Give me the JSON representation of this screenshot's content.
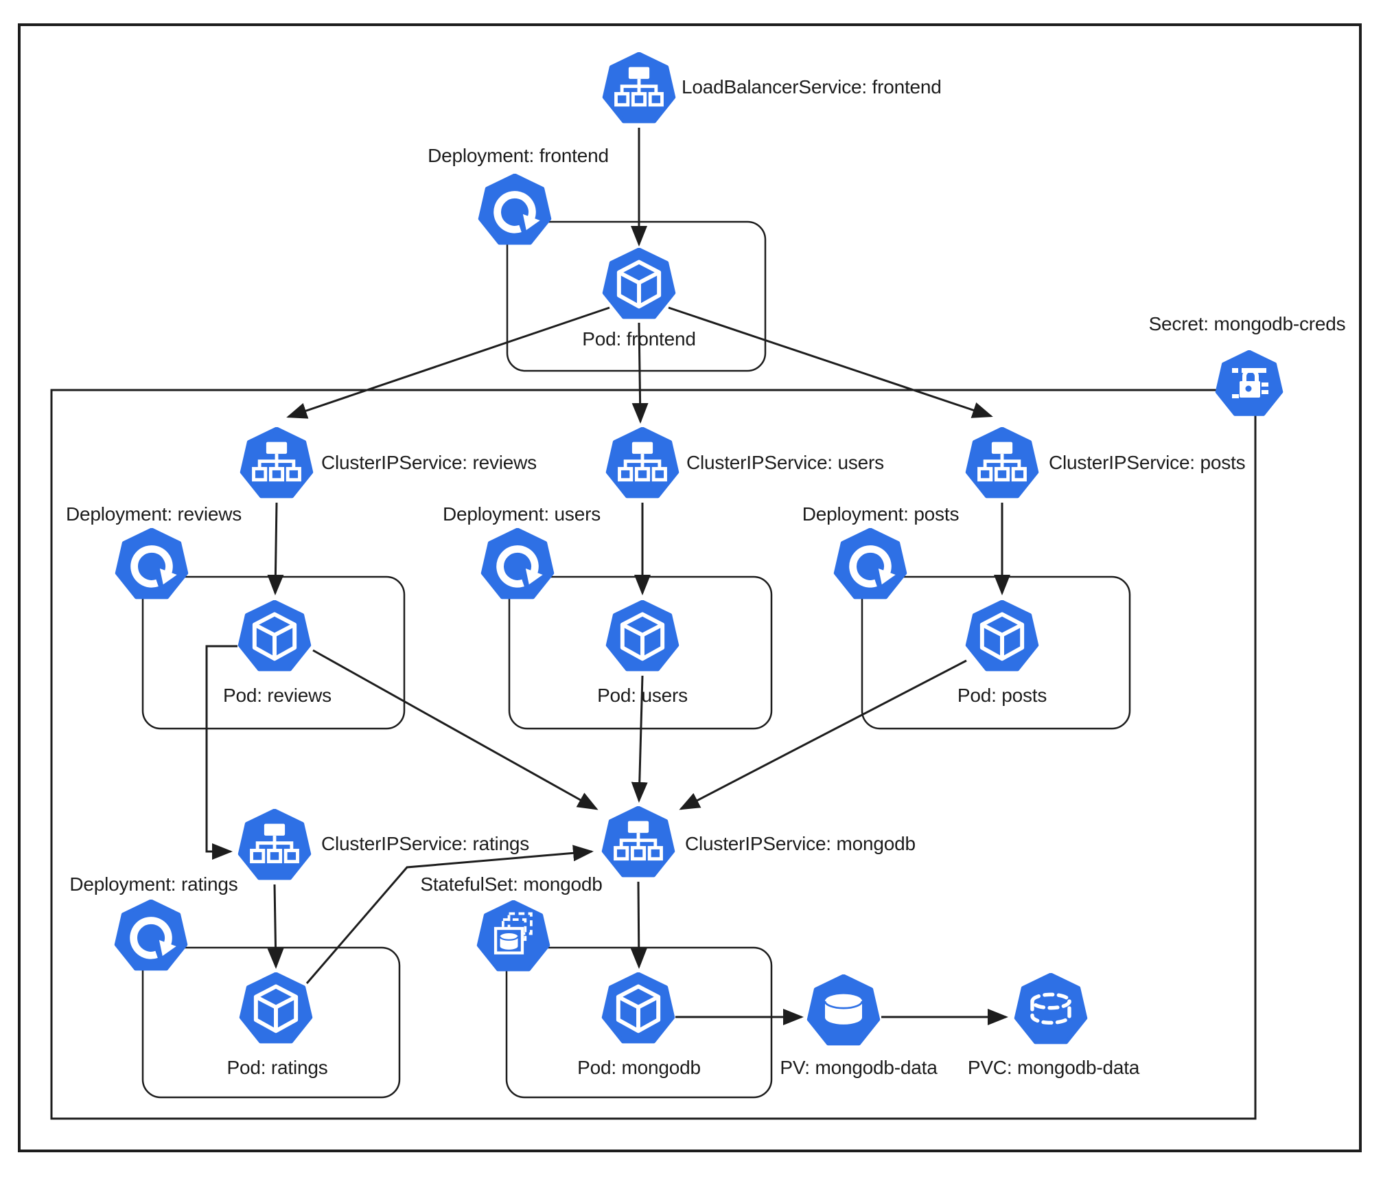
{
  "diagram": {
    "type": "kubernetes-architecture",
    "colors": {
      "icon": "#2e70e5",
      "line": "#1d1d1d",
      "text": "#1c1c1c",
      "background": "#ffffff"
    },
    "nodes": [
      {
        "id": "svc-frontend",
        "kind": "LoadBalancerService",
        "label": "LoadBalancerService: frontend"
      },
      {
        "id": "deploy-frontend",
        "kind": "Deployment",
        "label": "Deployment: frontend"
      },
      {
        "id": "pod-frontend",
        "kind": "Pod",
        "label": "Pod: frontend"
      },
      {
        "id": "secret-mongodb-creds",
        "kind": "Secret",
        "label": "Secret: mongodb-creds"
      },
      {
        "id": "svc-reviews",
        "kind": "ClusterIPService",
        "label": "ClusterIPService: reviews"
      },
      {
        "id": "svc-users",
        "kind": "ClusterIPService",
        "label": "ClusterIPService: users"
      },
      {
        "id": "svc-posts",
        "kind": "ClusterIPService",
        "label": "ClusterIPService: posts"
      },
      {
        "id": "deploy-reviews",
        "kind": "Deployment",
        "label": "Deployment: reviews"
      },
      {
        "id": "deploy-users",
        "kind": "Deployment",
        "label": "Deployment: users"
      },
      {
        "id": "deploy-posts",
        "kind": "Deployment",
        "label": "Deployment: posts"
      },
      {
        "id": "pod-reviews",
        "kind": "Pod",
        "label": "Pod: reviews"
      },
      {
        "id": "pod-users",
        "kind": "Pod",
        "label": "Pod: users"
      },
      {
        "id": "pod-posts",
        "kind": "Pod",
        "label": "Pod: posts"
      },
      {
        "id": "svc-ratings",
        "kind": "ClusterIPService",
        "label": "ClusterIPService: ratings"
      },
      {
        "id": "svc-mongodb",
        "kind": "ClusterIPService",
        "label": "ClusterIPService: mongodb"
      },
      {
        "id": "deploy-ratings",
        "kind": "Deployment",
        "label": "Deployment: ratings"
      },
      {
        "id": "statefulset-mongodb",
        "kind": "StatefulSet",
        "label": "StatefulSet: mongodb"
      },
      {
        "id": "pod-ratings",
        "kind": "Pod",
        "label": "Pod: ratings"
      },
      {
        "id": "pod-mongodb",
        "kind": "Pod",
        "label": "Pod: mongodb"
      },
      {
        "id": "pv-mongodb-data",
        "kind": "PersistentVolume",
        "label": "PV: mongodb-data"
      },
      {
        "id": "pvc-mongodb-data",
        "kind": "PersistentVolumeClaim",
        "label": "PVC: mongodb-data"
      }
    ],
    "edges": [
      {
        "from": "svc-frontend",
        "to": "pod-frontend"
      },
      {
        "from": "pod-frontend",
        "to": "svc-reviews"
      },
      {
        "from": "pod-frontend",
        "to": "svc-users"
      },
      {
        "from": "pod-frontend",
        "to": "svc-posts"
      },
      {
        "from": "svc-reviews",
        "to": "pod-reviews"
      },
      {
        "from": "svc-users",
        "to": "pod-users"
      },
      {
        "from": "svc-posts",
        "to": "pod-posts"
      },
      {
        "from": "pod-reviews",
        "to": "svc-ratings"
      },
      {
        "from": "pod-reviews",
        "to": "svc-mongodb"
      },
      {
        "from": "pod-users",
        "to": "svc-mongodb"
      },
      {
        "from": "pod-posts",
        "to": "svc-mongodb"
      },
      {
        "from": "svc-ratings",
        "to": "pod-ratings"
      },
      {
        "from": "pod-ratings",
        "to": "svc-mongodb"
      },
      {
        "from": "svc-mongodb",
        "to": "pod-mongodb"
      },
      {
        "from": "pod-mongodb",
        "to": "pv-mongodb-data"
      },
      {
        "from": "pv-mongodb-data",
        "to": "pvc-mongodb-data"
      }
    ],
    "groups": [
      {
        "id": "deployment-frontend-box"
      },
      {
        "id": "deployment-reviews-box"
      },
      {
        "id": "deployment-users-box"
      },
      {
        "id": "deployment-posts-box"
      },
      {
        "id": "deployment-ratings-box"
      },
      {
        "id": "statefulset-mongodb-box"
      },
      {
        "id": "backend-boundary"
      },
      {
        "id": "outer-frame"
      }
    ]
  }
}
